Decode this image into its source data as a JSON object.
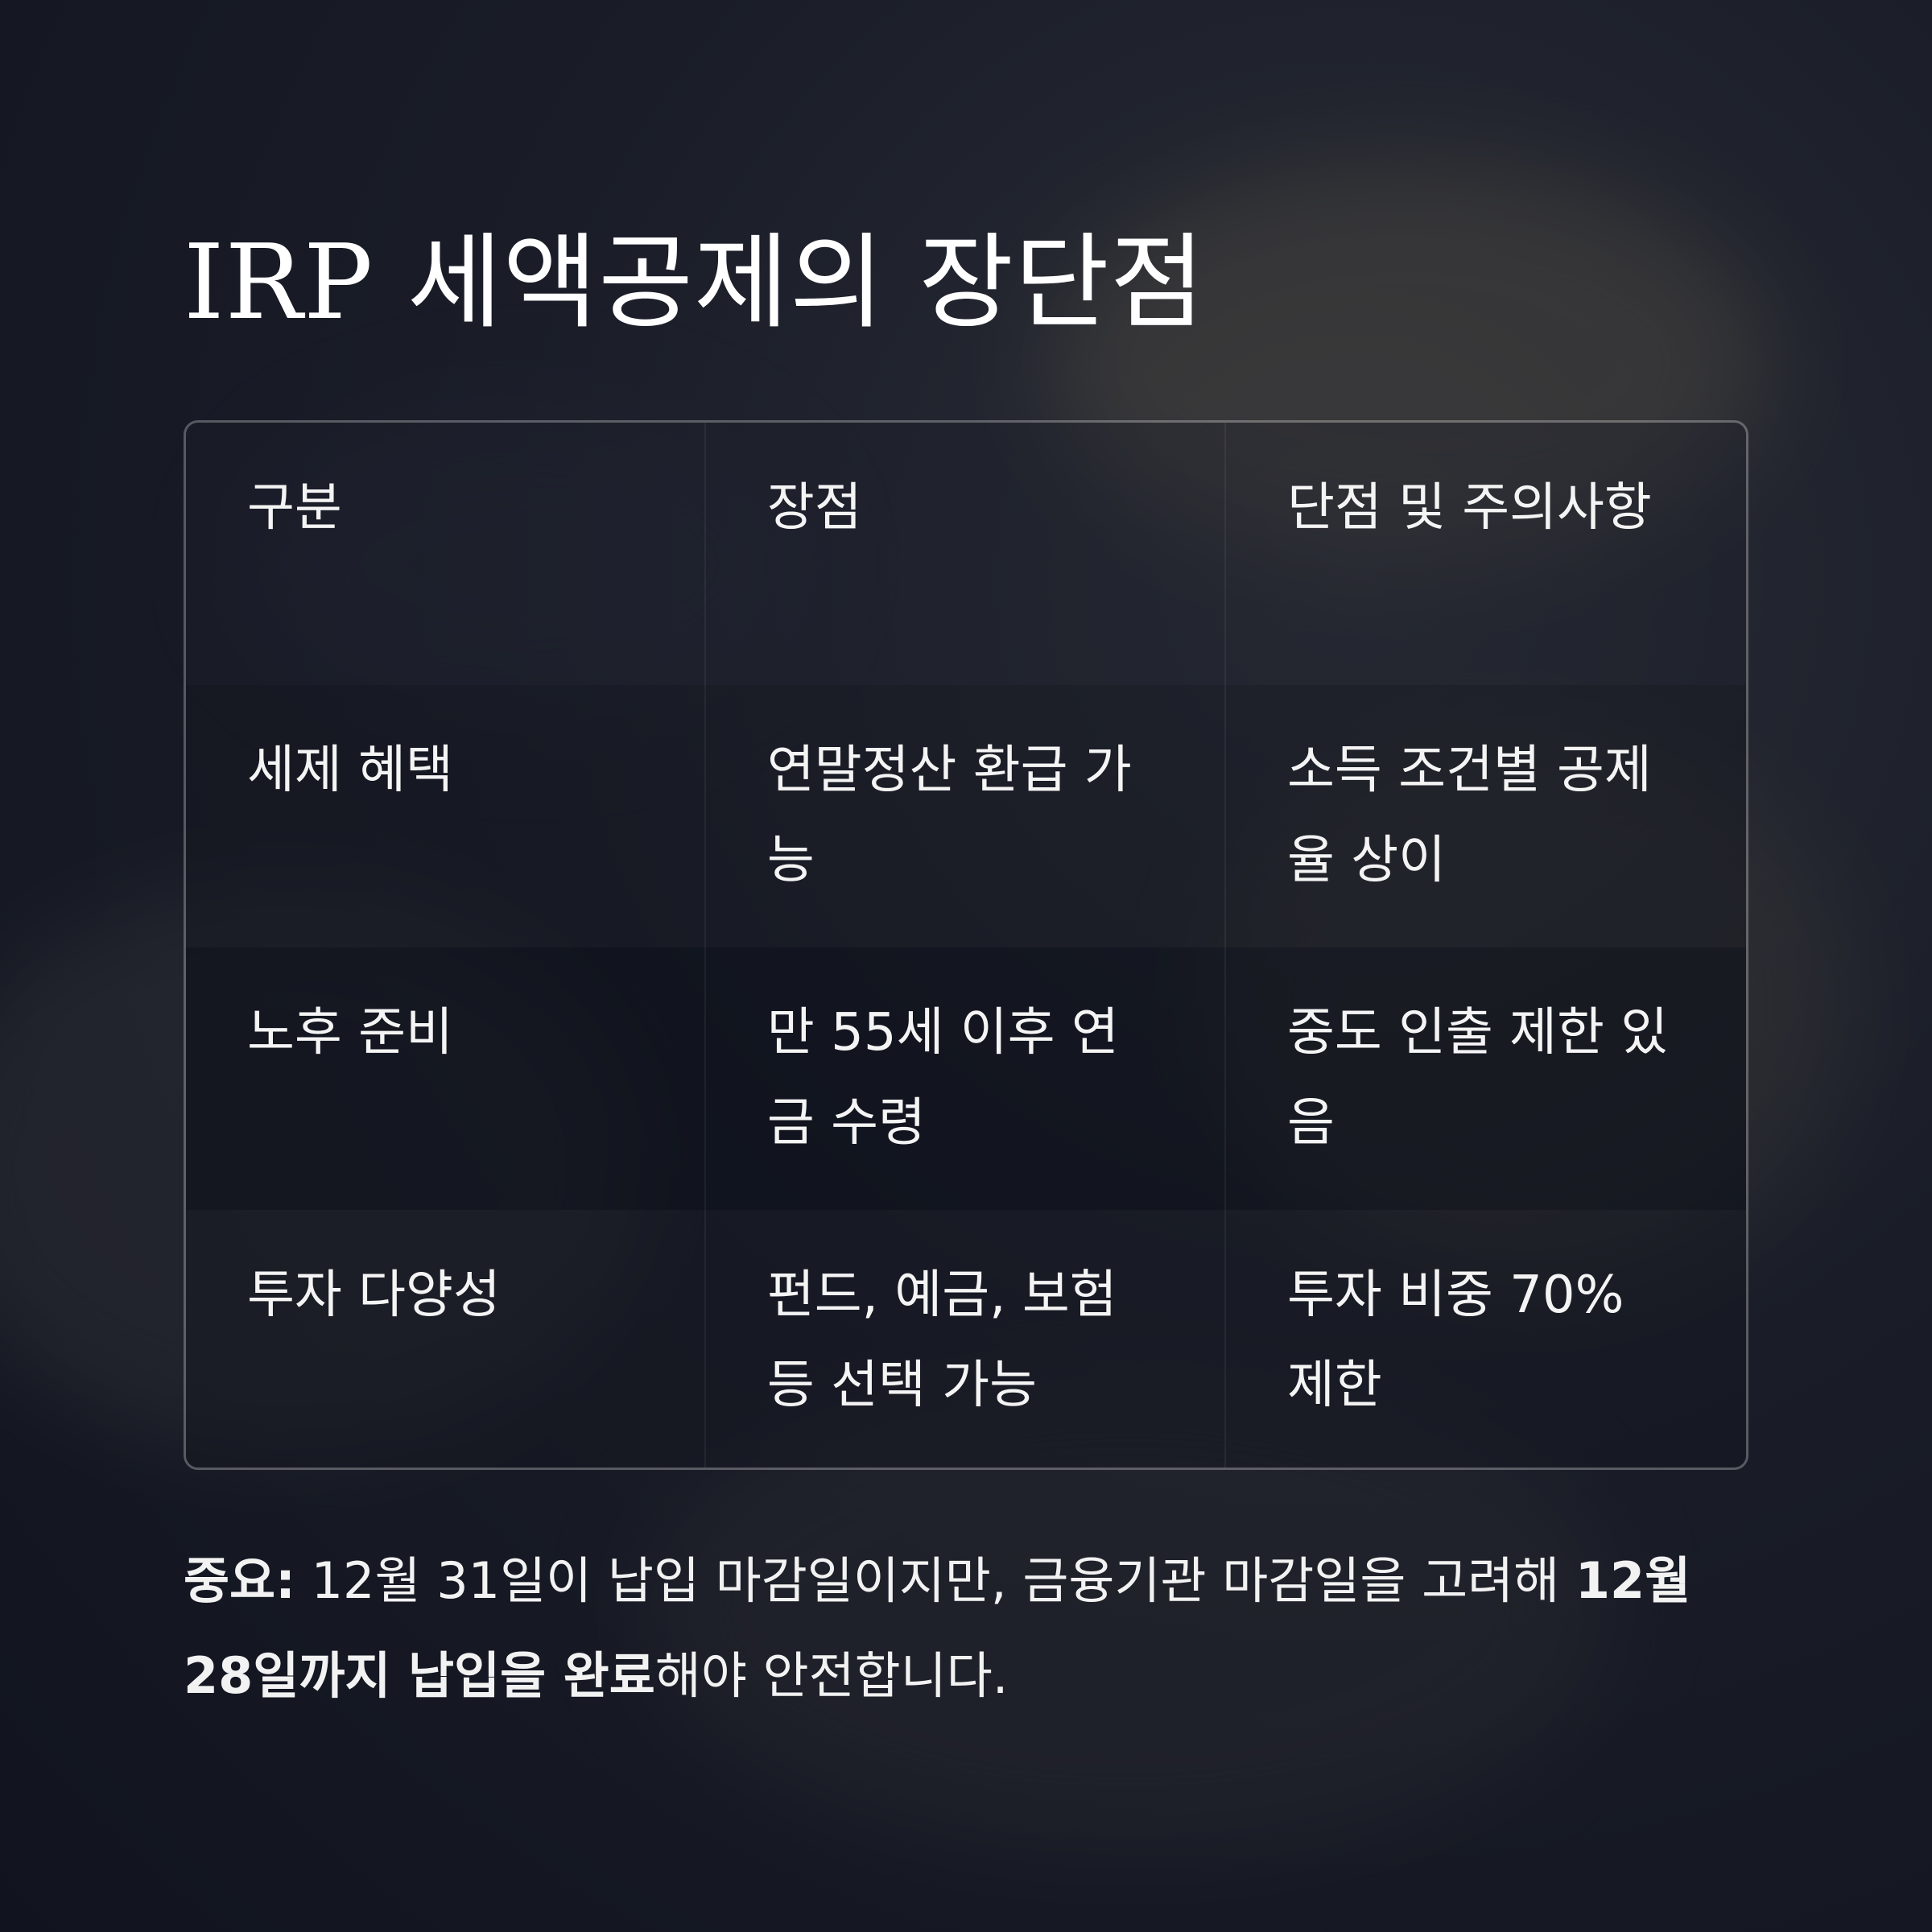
{
  "title": "IRP 세액공제의 장단점",
  "table": {
    "headers": [
      "구분",
      "장점",
      "단점 및 주의사항"
    ],
    "rows": [
      [
        "세제 혜택",
        "연말정산 환급 가능",
        "소득 조건별 공제율 상이"
      ],
      [
        "노후 준비",
        "만 55세 이후 연금 수령",
        "중도 인출 제한 있음"
      ],
      [
        "투자 다양성",
        "펀드, 예금, 보험 등 선택 가능",
        "투자 비중 70% 제한"
      ]
    ]
  },
  "note": {
    "label": "중요:",
    "text1": " 12월 31일이 납입 마감일이지만, 금융기관 마감일을 고려해 ",
    "emphasis": "12월 28일까지 납입을 완료",
    "text2": "해야 안전합니다."
  }
}
